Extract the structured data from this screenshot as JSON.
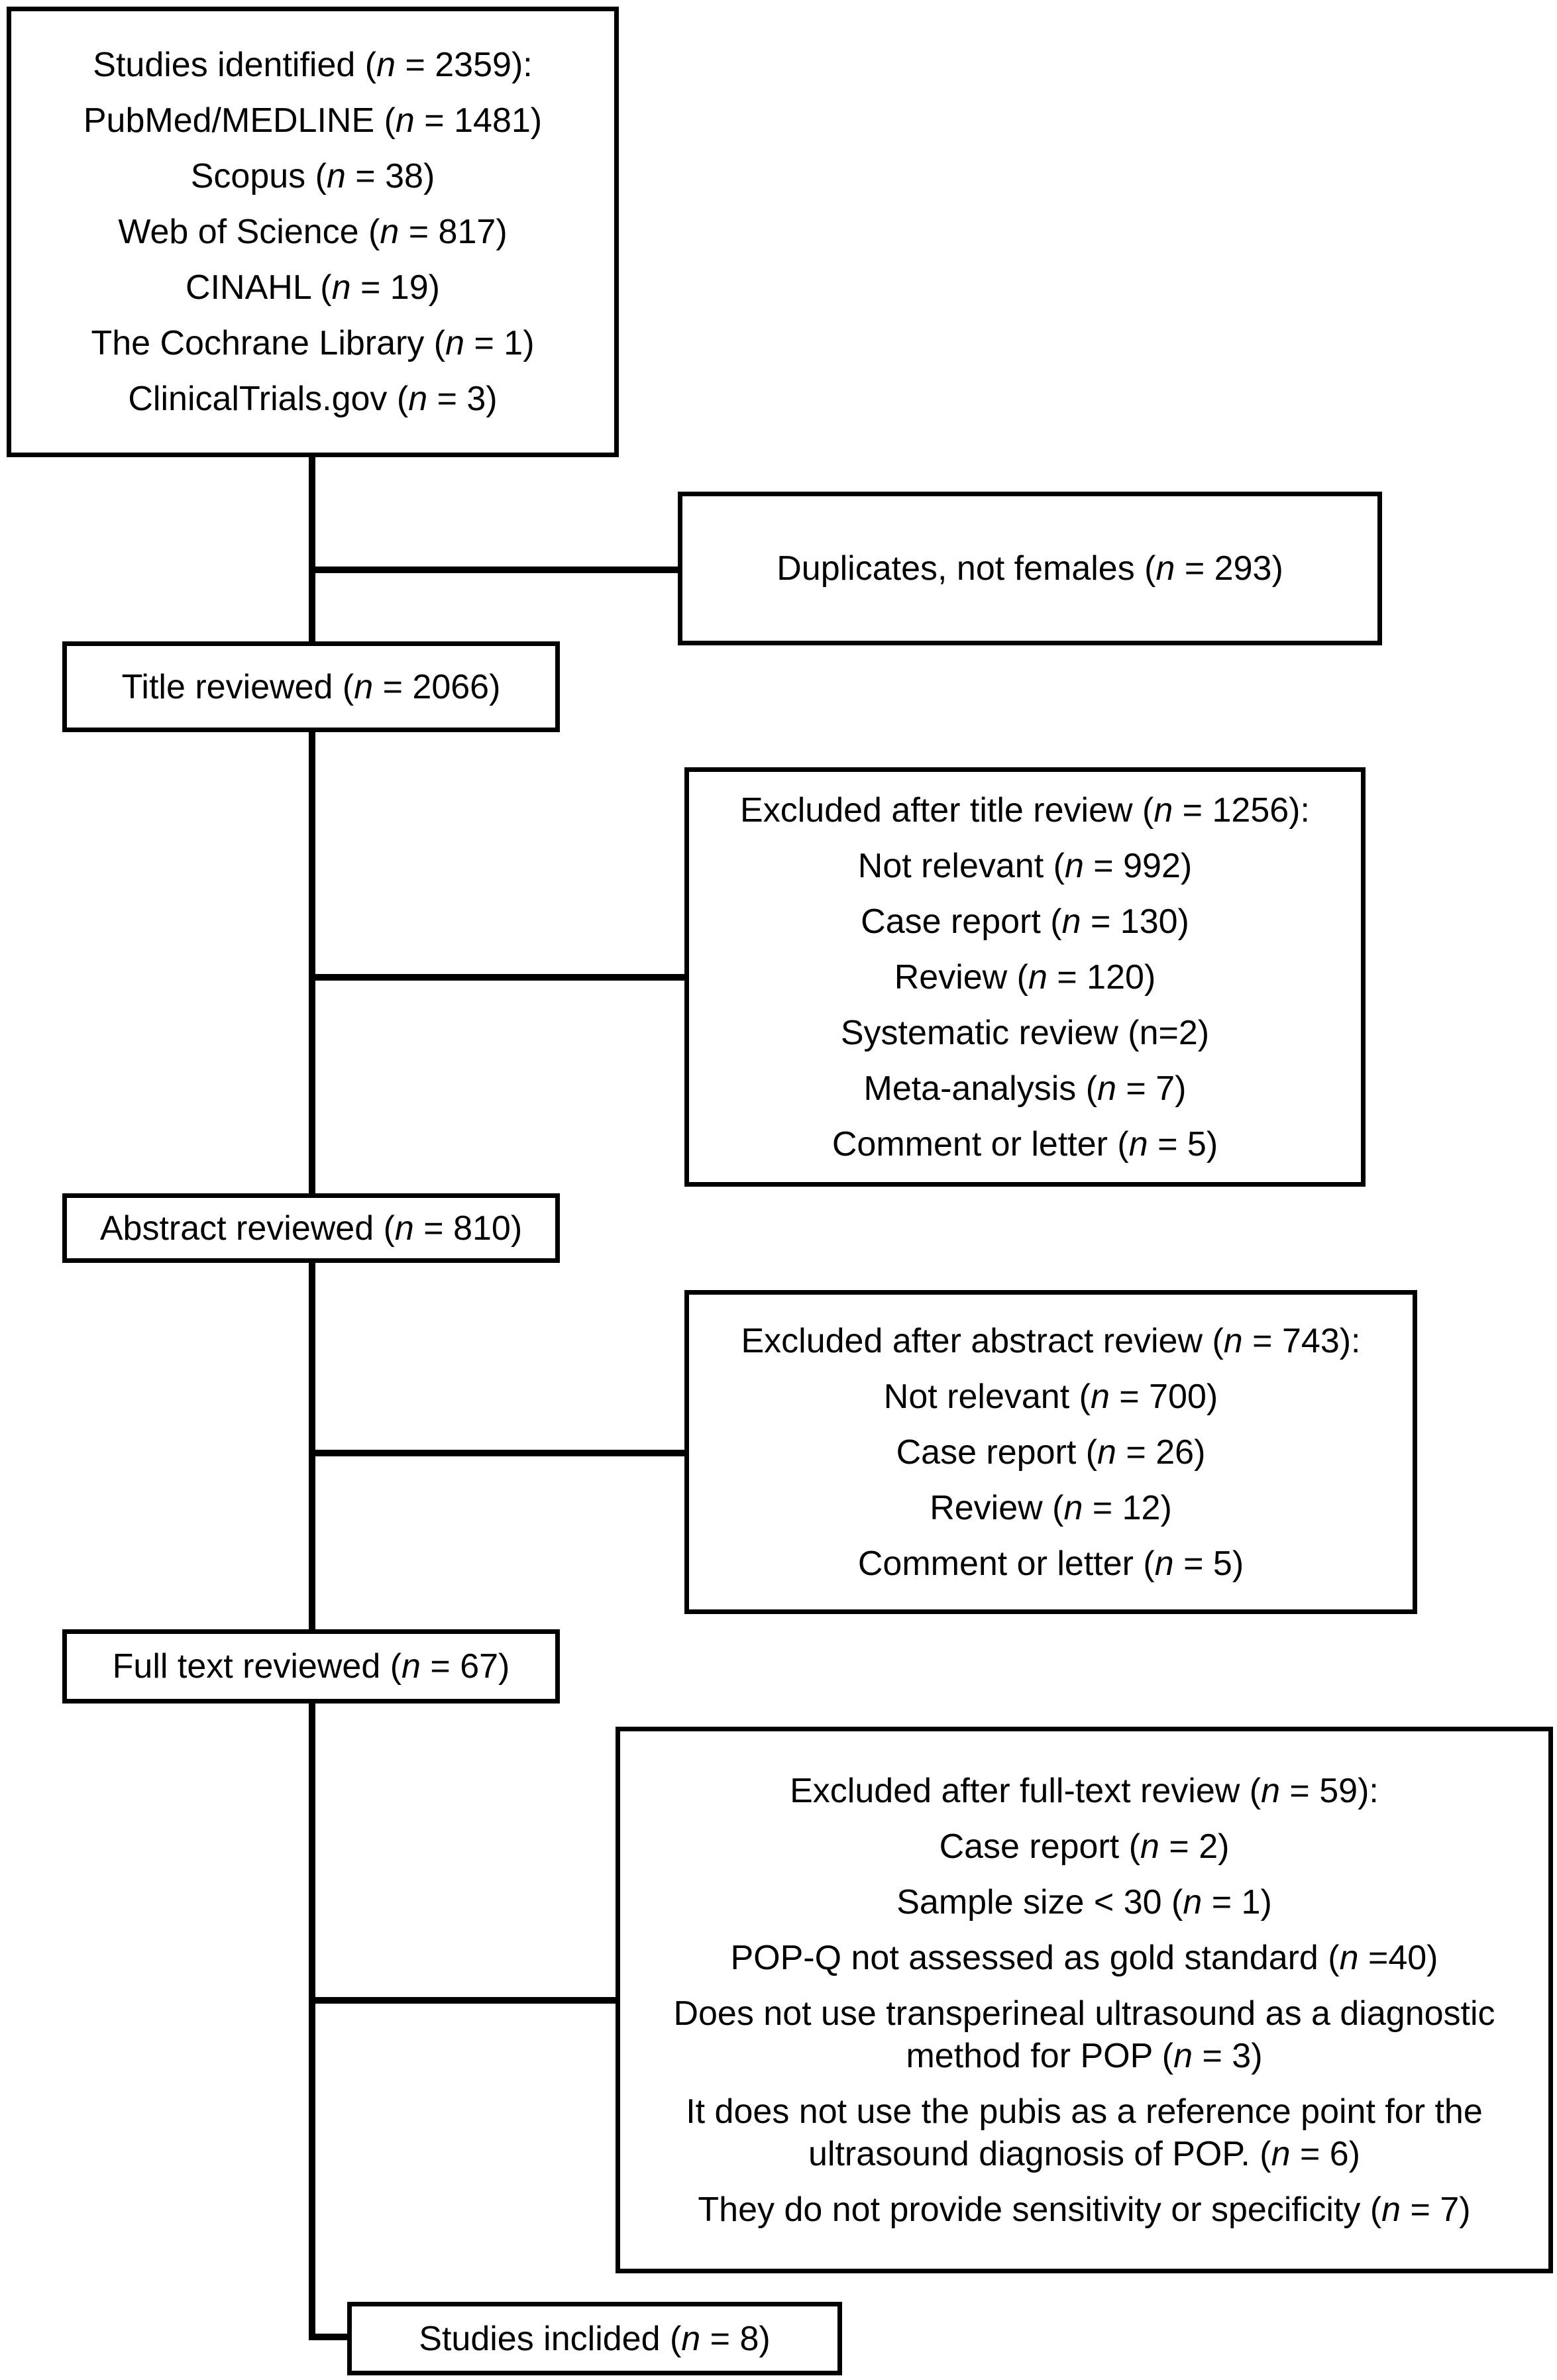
{
  "flow": {
    "identified": {
      "lines": [
        {
          "pre": "Studies identified (",
          "n": "n",
          "post": " = 2359):"
        },
        {
          "pre": "PubMed/MEDLINE (",
          "n": "n",
          "post": " = 1481)"
        },
        {
          "pre": "Scopus (",
          "n": "n",
          "post": " = 38)"
        },
        {
          "pre": "Web of Science (",
          "n": "n",
          "post": " = 817)"
        },
        {
          "pre": "CINAHL (",
          "n": "n",
          "post": " = 19)"
        },
        {
          "pre": "The Cochrane Library (",
          "n": "n",
          "post": " = 1)"
        },
        {
          "pre": "ClinicalTrials.gov (",
          "n": "n",
          "post": " = 3)"
        }
      ]
    },
    "duplicates": {
      "lines": [
        {
          "pre": "Duplicates, not females (",
          "n": "n",
          "post": " = 293)"
        }
      ]
    },
    "title_reviewed": {
      "lines": [
        {
          "pre": "Title reviewed (",
          "n": "n",
          "post": " = 2066)"
        }
      ]
    },
    "excluded_title": {
      "lines": [
        {
          "pre": "Excluded after title review (",
          "n": "n",
          "post": " = 1256):"
        },
        {
          "pre": "Not relevant (",
          "n": "n",
          "post": " = 992)"
        },
        {
          "pre": "Case report (",
          "n": "n",
          "post": " = 130)"
        },
        {
          "pre": "Review (",
          "n": "n",
          "post": " = 120)"
        },
        {
          "pre": "Systematic review (n=2)",
          "n": "",
          "post": ""
        },
        {
          "pre": "Meta-analysis (",
          "n": "n",
          "post": " = 7)"
        },
        {
          "pre": "Comment or letter (",
          "n": "n",
          "post": " = 5)"
        }
      ]
    },
    "abstract_reviewed": {
      "lines": [
        {
          "pre": "Abstract reviewed (",
          "n": "n",
          "post": " = 810)"
        }
      ]
    },
    "excluded_abstract": {
      "lines": [
        {
          "pre": "Excluded after abstract review (",
          "n": "n",
          "post": " = 743):"
        },
        {
          "pre": "Not relevant (",
          "n": "n",
          "post": " = 700)"
        },
        {
          "pre": "Case report (",
          "n": "n",
          "post": " = 26)"
        },
        {
          "pre": "Review (",
          "n": "n",
          "post": " = 12)"
        },
        {
          "pre": "Comment or letter (",
          "n": "n",
          "post": " = 5)"
        }
      ]
    },
    "fulltext_reviewed": {
      "lines": [
        {
          "pre": "Full text reviewed (",
          "n": "n",
          "post": " = 67)"
        }
      ]
    },
    "excluded_fulltext": {
      "lines": [
        {
          "pre": "Excluded after full-text review (",
          "n": "n",
          "post": " = 59):"
        },
        {
          "pre": "Case report (",
          "n": "n",
          "post": " = 2)"
        },
        {
          "pre": "Sample size < 30 (",
          "n": "n",
          "post": " = 1)"
        },
        {
          "pre": "POP-Q not assessed as gold standard (",
          "n": "n",
          "post": " =40)"
        },
        {
          "pre": "Does not use transperineal ultrasound as a diagnostic method for POP (",
          "n": "n",
          "post": " = 3)",
          "wrap": true
        },
        {
          "pre": "It does not use the pubis as a reference point for the ultrasound diagnosis of POP. (",
          "n": "n",
          "post": " = 6)",
          "wrap": true
        },
        {
          "pre": "They do not provide sensitivity or specificity (",
          "n": "n",
          "post": " = 7)"
        }
      ]
    },
    "included": {
      "lines": [
        {
          "pre": "Studies inclided (",
          "n": "n",
          "post": " = 8)"
        }
      ]
    }
  }
}
